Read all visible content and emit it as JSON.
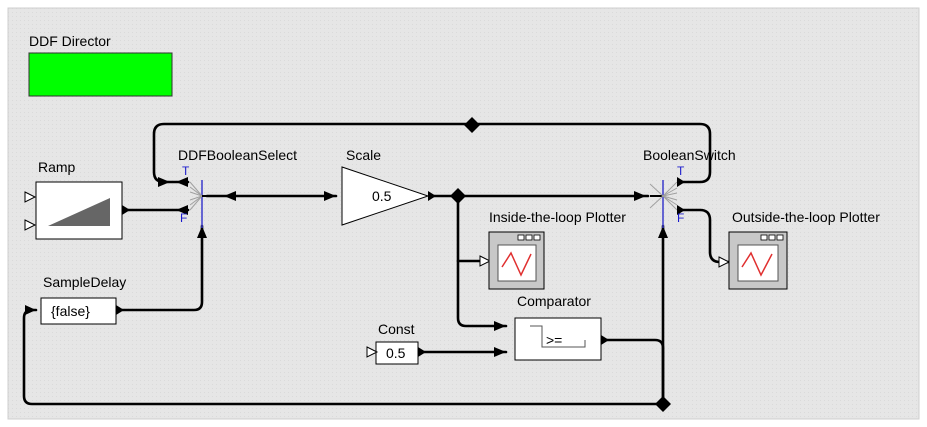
{
  "director": {
    "label": "DDF Director",
    "color": "#00ff00"
  },
  "actors": {
    "ramp": {
      "label": "Ramp"
    },
    "ddf_boolean_select": {
      "label": "DDFBooleanSelect",
      "port_true": "T",
      "port_false": "F"
    },
    "scale": {
      "label": "Scale",
      "value": "0.5"
    },
    "boolean_switch": {
      "label": "BooleanSwitch",
      "port_true": "T",
      "port_false": "F"
    },
    "inside_plotter": {
      "label": "Inside-the-loop Plotter"
    },
    "outside_plotter": {
      "label": "Outside-the-loop Plotter"
    },
    "sample_delay": {
      "label": "SampleDelay",
      "value": "{false}"
    },
    "comparator": {
      "label": "Comparator",
      "value": ">="
    },
    "const": {
      "label": "Const",
      "value": "0.5"
    }
  },
  "colors": {
    "canvas_background": "#e5e5e5",
    "port_label": "#1a1acc",
    "plot_trace": "#e03030"
  },
  "icons": [
    "ramp-icon",
    "plotter-icon",
    "relation-diamond-icon"
  ]
}
